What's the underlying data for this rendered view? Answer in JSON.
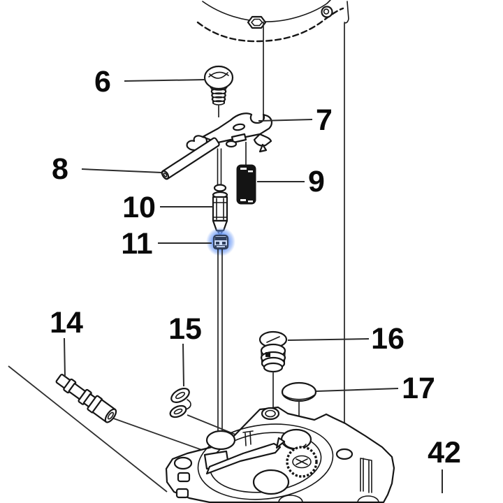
{
  "diagram": {
    "background_color": "#ffffff",
    "line_color": "#161616",
    "leader_color": "#2b2b2b",
    "highlight": {
      "part": "11",
      "color": "#6e9bf5"
    },
    "labels": {
      "part6": "6",
      "part7": "7",
      "part8": "8",
      "part9": "9",
      "part10": "10",
      "part11": "11",
      "part14": "14",
      "part15": "15",
      "part16": "16",
      "part17": "17",
      "part42": "42"
    }
  }
}
